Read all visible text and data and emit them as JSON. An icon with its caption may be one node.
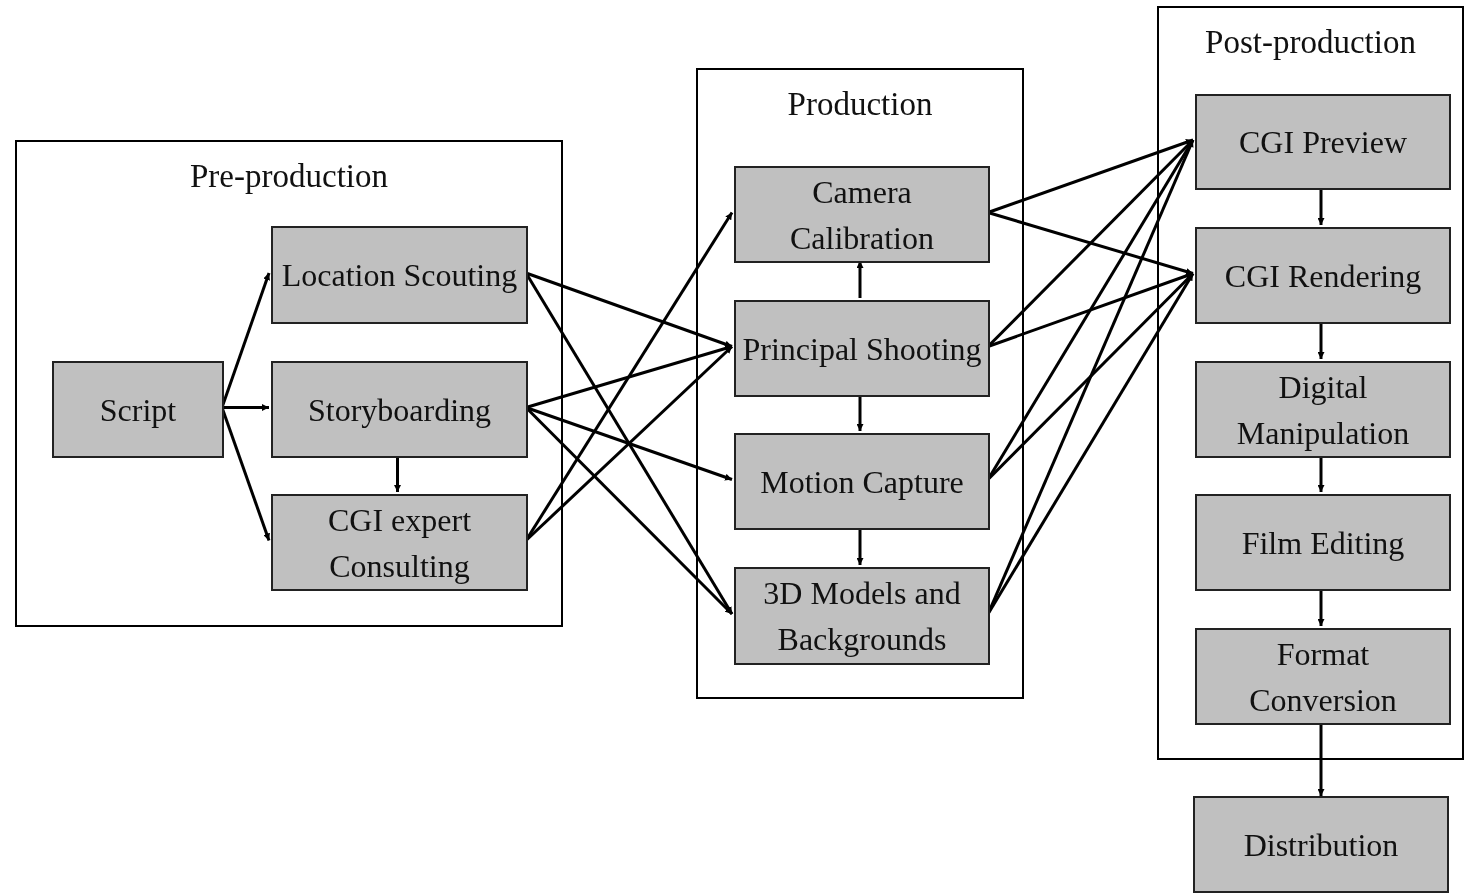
{
  "diagram": {
    "nodes": [
      {
        "text": [
          "Pre-production"
        ]
      },
      {
        "text": [
          "Script"
        ],
        "in": 0
      },
      {
        "text": [
          "Location Scouting"
        ],
        "in": 0
      },
      {
        "text": [
          "Storyboarding"
        ],
        "in": 0
      },
      {
        "text": [
          "CGI expert Consulting"
        ],
        "in": 0
      },
      {
        "text": [
          "Production"
        ]
      },
      {
        "text": [
          "Camera Calibration"
        ],
        "in": 5
      },
      {
        "text": [
          "Principal Shooting"
        ],
        "in": 5
      },
      {
        "text": [
          "Motion Capture"
        ],
        "in": 5
      },
      {
        "text": [
          "3D Models and Backgrounds"
        ],
        "in": 5
      },
      {
        "text": [
          "Post-production"
        ]
      },
      {
        "text": [
          "CGI Preview"
        ],
        "in": 10
      },
      {
        "text": [
          "CGI Rendering"
        ],
        "in": 10
      },
      {
        "text": [
          "Digital Manipulation"
        ],
        "in": 10
      },
      {
        "text": [
          "Film Editing"
        ],
        "in": 10
      },
      {
        "text": [
          "Format Conversion"
        ],
        "in": 10
      },
      {
        "text": [
          "Distribution"
        ]
      }
    ],
    "edges": [
      {
        "from": 1,
        "to": 2,
        "arrow": "to"
      },
      {
        "from": 1,
        "to": 3,
        "arrow": "to"
      },
      {
        "from": 1,
        "to": 4,
        "arrow": "to"
      },
      {
        "from": 3,
        "to": 4,
        "arrow": "to"
      },
      {
        "from": 2,
        "to": 7,
        "arrow": "to"
      },
      {
        "from": 2,
        "to": 9,
        "arrow": "to"
      },
      {
        "from": 3,
        "to": 7,
        "arrow": "to"
      },
      {
        "from": 3,
        "to": 8,
        "arrow": "to"
      },
      {
        "from": 3,
        "to": 9,
        "arrow": "to"
      },
      {
        "from": 4,
        "to": 6,
        "arrow": "to"
      },
      {
        "from": 4,
        "to": 7,
        "arrow": "to"
      },
      {
        "from": 7,
        "to": 6,
        "arrow": "to"
      },
      {
        "from": 7,
        "to": 8,
        "arrow": "to"
      },
      {
        "from": 8,
        "to": 9,
        "arrow": "to"
      },
      {
        "from": 6,
        "to": 11,
        "arrow": "to"
      },
      {
        "from": 6,
        "to": 12,
        "arrow": "to"
      },
      {
        "from": 7,
        "to": 11,
        "arrow": "to"
      },
      {
        "from": 7,
        "to": 12,
        "arrow": "to"
      },
      {
        "from": 8,
        "to": 11,
        "arrow": "to"
      },
      {
        "from": 8,
        "to": 12,
        "arrow": "to"
      },
      {
        "from": 9,
        "to": 11,
        "arrow": "to"
      },
      {
        "from": 9,
        "to": 12,
        "arrow": "to"
      },
      {
        "from": 11,
        "to": 12,
        "arrow": "to"
      },
      {
        "from": 12,
        "to": 13,
        "arrow": "to"
      },
      {
        "from": 13,
        "to": 14,
        "arrow": "to"
      },
      {
        "from": 14,
        "to": 15,
        "arrow": "to"
      },
      {
        "from": 15,
        "to": 16,
        "arrow": "to"
      }
    ]
  }
}
